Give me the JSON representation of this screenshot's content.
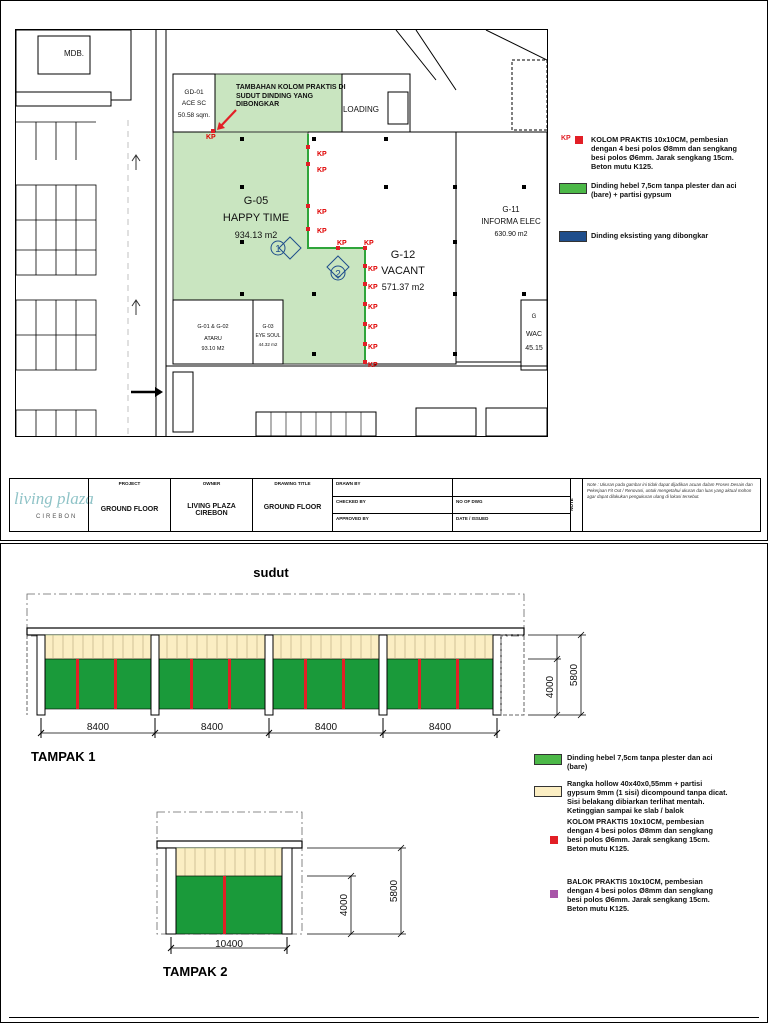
{
  "plan": {
    "annotation": "TAMBAHAN KOLOM PRAKTIS DI SUDUT DINDING YANG DIBONGKAR",
    "kp": "KP",
    "rooms": {
      "mdb": "MDB.",
      "gd01_code": "GD-01",
      "gd01_name": "ACE SC",
      "gd01_area": "50.58 sqm.",
      "loading": "LOADING",
      "g05_code": "G-05",
      "g05_name": "HAPPY TIME",
      "g05_area": "934.13 m2",
      "g12_code": "G-12",
      "g12_name": "VACANT",
      "g12_area": "571.37 m2",
      "g11_code": "G-11",
      "g11_name": "INFORMA ELEC",
      "g11_area": "630.90 m2",
      "g01_code": "G-01 & G-02",
      "g01_name": "ATARU",
      "g01_area": "93.10 M2",
      "g03_code": "G-03",
      "g03_name": "EYE SOUL",
      "g03_area": "44.32 m2",
      "wac_code": "G",
      "wac_name": "WAC",
      "wac_area": "45.15",
      "marker1": "1",
      "marker2": "2"
    }
  },
  "legend1": [
    {
      "swatch_color": "#e21f26",
      "marker": "KP",
      "text": "KOLOM PRAKTIS 10x10CM, pembesian\ndengan 4 besi polos Ø8mm dan sengkang\nbesi polos Ø6mm. Jarak sengkang 15cm.\nBeton mutu K125."
    },
    {
      "swatch_color": "#4cb848",
      "text": "Dinding hebel 7,5cm tanpa plester dan aci\n(bare) + partisi gypsum"
    },
    {
      "swatch_color": "#1f4e8c",
      "text": "Dinding eksisting yang dibongkar"
    }
  ],
  "titleblock": {
    "logo_main": "living plaza",
    "logo_sub": "CIREBON",
    "project_header": "PROJECT",
    "project_value": "GROUND FLOOR",
    "owner_header": "OWNER",
    "owner_value": "LIVING PLAZA CIREBON",
    "drawing_title_header": "DRAWING TITLE",
    "drawing_title_value": "GROUND FLOOR",
    "drawn_by": "DRAWN BY",
    "checked_by": "CHECKED BY",
    "approved_by": "APPROVED BY",
    "no_of_dwg": "NO OF DWG",
    "date_issued": "DATE / ISSUED",
    "note_label": "NOTE",
    "note_text": "Note : Ukuran pada gambar ini tidak dapat dijadikan acuan dalam Proses Desain dan Pekerjaan Fit Out / Renovasi, untuk mengetahui ukuran dan luas yang aktual mohon agar dapat dilakukan pengukuran ulang di lokasi tersebut."
  },
  "elevation": {
    "sudut": "sudut",
    "tampak1_title": "TAMPAK 1",
    "tampak1_dims": [
      "8400",
      "8400",
      "8400",
      "8400"
    ],
    "tampak1_h1": "4000",
    "tampak1_h2": "5800",
    "tampak2_title": "TAMPAK 2",
    "tampak2_dim": "10400",
    "tampak2_h1": "4000",
    "tampak2_h2": "5800"
  },
  "legend2": [
    {
      "swatch_color": "#4cb848",
      "text": "Dinding hebel 7,5cm tanpa plester dan aci\n(bare)"
    },
    {
      "swatch_color": "#fbeec3",
      "text": "Rangka hollow 40x40x0,55mm + partisi\ngypsum 9mm (1 sisi) dicompound tanpa dicat.\nSisi belakang dibiarkan terlihat mentah.\nKetinggian sampai ke slab / balok"
    },
    {
      "swatch_color": "#e21f26",
      "text": "KOLOM PRAKTIS 10x10CM, pembesian\ndengan 4 besi polos Ø8mm dan sengkang\nbesi polos Ø6mm. Jarak sengkang 15cm.\nBeton mutu K125."
    },
    {
      "swatch_color": "#a855a8",
      "text": "BALOK PRAKTIS 10x10CM, pembesian\ndengan 4 besi polos Ø8mm dan sengkang\nbesi polos Ø6mm. Jarak sengkang 15cm.\nBeton mutu K125."
    }
  ],
  "colors": {
    "green_fill": "#c9e5c0",
    "green_wall": "#4cb848",
    "kp_red": "#e21f26",
    "blue": "#1f4e8c",
    "cream": "#fbeec3",
    "dark_green": "#1a9a3a"
  }
}
